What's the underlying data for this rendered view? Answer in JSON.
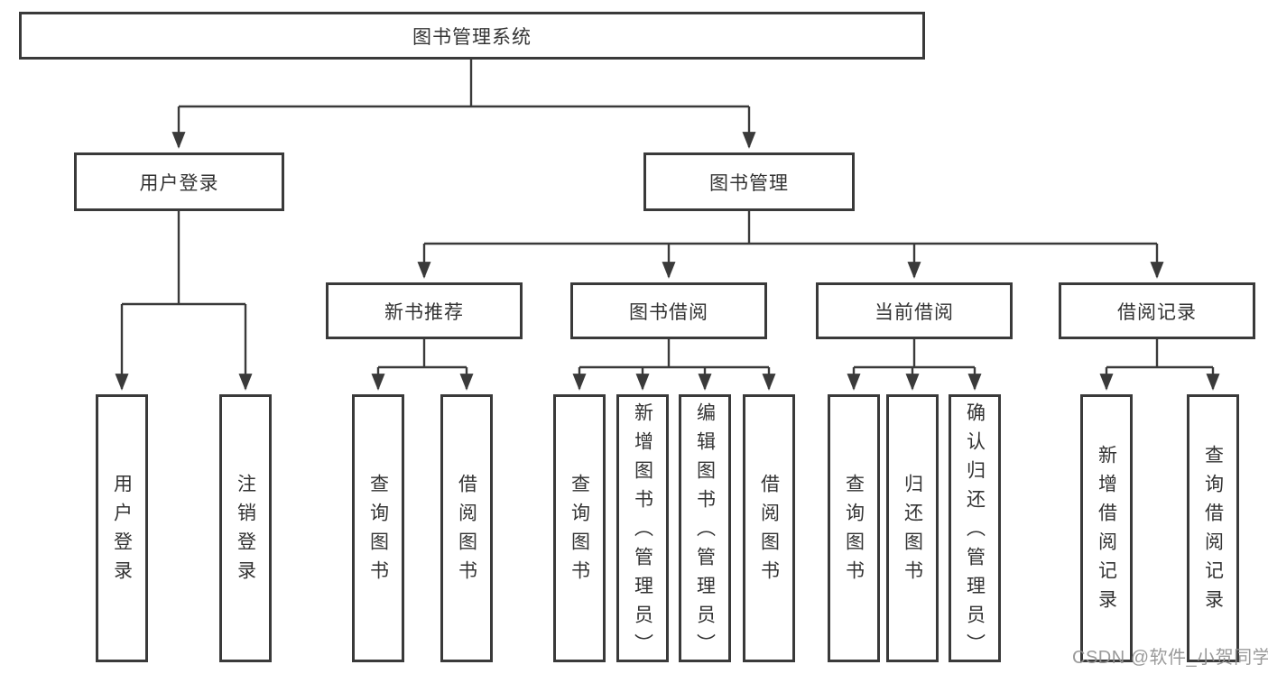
{
  "diagram": {
    "root": {
      "label": "图书管理系统"
    },
    "branches": [
      {
        "label": "用户登录",
        "children": [
          {
            "label": "用户登录"
          },
          {
            "label": "注销登录"
          }
        ]
      },
      {
        "label": "图书管理",
        "children": [
          {
            "label": "新书推荐",
            "children": [
              {
                "label": "查询图书"
              },
              {
                "label": "借阅图书"
              }
            ]
          },
          {
            "label": "图书借阅",
            "children": [
              {
                "label": "查询图书"
              },
              {
                "label": "新增图书（管理员）"
              },
              {
                "label": "编辑图书（管理员）"
              },
              {
                "label": "借阅图书"
              }
            ]
          },
          {
            "label": "当前借阅",
            "children": [
              {
                "label": "查询图书"
              },
              {
                "label": "归还图书"
              },
              {
                "label": "确认归还（管理员）"
              }
            ]
          },
          {
            "label": "借阅记录",
            "children": [
              {
                "label": "新增借阅记录"
              },
              {
                "label": "查询借阅记录"
              }
            ]
          }
        ]
      }
    ]
  },
  "watermark": {
    "text": "CSDN @软件_小贺同学",
    "color": "#919191"
  },
  "colors": {
    "line": "#3a3a3a",
    "box_border": "#3a3a3a",
    "text": "#333333",
    "background": "#ffffff"
  }
}
